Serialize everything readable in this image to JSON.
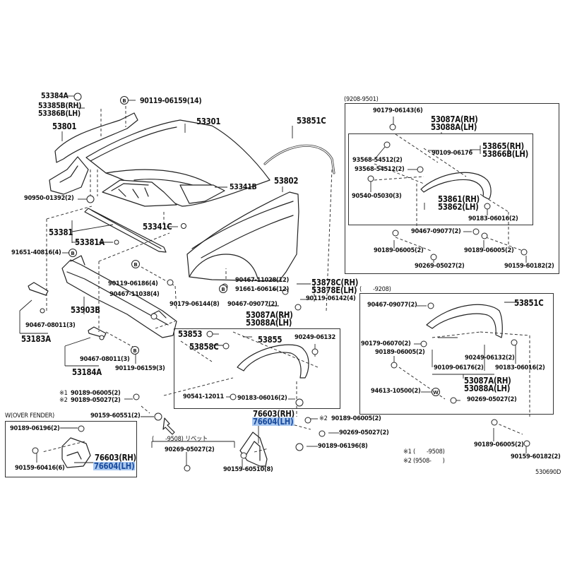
{
  "diagram": {
    "type": "parts-exploded-view",
    "diagram_code": "530690D",
    "highlight_color": "#a9c8f0",
    "main": {
      "parts": {
        "p53384A": "53384A",
        "p53385B": "53385B(RH)",
        "p53386B": "53386B(LH)",
        "p53801": "53801",
        "p90119_06159_14": "90119-06159(14)",
        "p53301": "53301",
        "p53851C_top": "53851C",
        "p90950": "90950-01392(2)",
        "p53341B": "53341B",
        "p53802": "53802",
        "p53381": "53381",
        "p53381A": "53381A",
        "p53341C": "53341C",
        "p91651": "91651-40816(4)",
        "p90119_06186": "90119-06186(4)",
        "p90467_11038": "90467-11038(4)",
        "p90467_11028": "90467-11028(12)",
        "p91661": "91661-60616(12)",
        "p53878C": "53878C(RH)",
        "p53878E": "53878E(LH)",
        "p90119_06142": "90119-06142(4)",
        "p53903B": "53903B",
        "p90179_06144": "90179-06144(8)",
        "p90467_09077_mid": "90467-09077(2)",
        "p53087A_mid": "53087A(RH)",
        "p53088A_mid": "53088A(LH)",
        "p90467_08011_a": "90467-08011(3)",
        "p53183A": "53183A",
        "p90467_08011_b": "90467-08011(3)",
        "p53184A": "53184A",
        "p90119_06159_3": "90119-06159(3)",
        "p53853": "53853",
        "p53855": "53855",
        "p53858C": "53858C",
        "p90249_06132_mid": "90249-06132",
        "p90541": "90541-12011",
        "p90183_06016_mid": "90183-06016(2)",
        "note1_part": "90189-06005(2)",
        "note2_part": "90189-05027(2)",
        "note1_mark": "※1",
        "note2_mark": "※2",
        "p90159_60551": "90159-60551(2)",
        "p76603_mid": "76603(RH)",
        "p76604_mid": "76604(LH)",
        "p90189_06005_note2": "90189-06005(2)",
        "p90269_05027_mid": "90269-05027(2)",
        "p90189_06196_8": "90189-06196(8)",
        "p90159_60510": "90159-60510(8)"
      }
    },
    "rivet_group": {
      "period": "(　　-9508) リベット",
      "part": "90269-05027(2)"
    },
    "over_fender_box": {
      "title": "W(OVER FENDER)",
      "parts": {
        "p90189_06196_2": "90189-06196(2)",
        "p90159_60416": "90159-60416(6)",
        "p76603": "76603(RH)",
        "p76604": "76604(LH)"
      }
    },
    "box_9208_9501": {
      "title": "(9208-9501)",
      "parts": {
        "p90179_06143": "90179-06143(6)",
        "p53087A": "53087A(RH)",
        "p53088A": "53088A(LH)",
        "p53865": "53865(RH)",
        "p53866B": "53866B(LH)",
        "p93568_a": "93568-54512(2)",
        "p90109_06176": "90109-06176",
        "p93568_b": "93568-54512(2)",
        "p90540": "90540-05030(3)",
        "p53861": "53861(RH)",
        "p53862": "53862(LH)",
        "p90183_06016": "90183-06016(2)",
        "p90467_09077": "90467-09077(2)",
        "p90189_06005_a": "90189-06005(2)",
        "p90189_06005_b": "90189-06005(2)",
        "p90269_05027": "90269-05027(2)",
        "p90159_60182": "90159-60182(2)"
      }
    },
    "box_9208": {
      "title": "(　　-9208)",
      "parts": {
        "p90467_09077": "90467-09077(2)",
        "p53851C": "53851C",
        "p90179_06070": "90179-06070(2)",
        "p90189_06005": "90189-06005(2)",
        "p90249_06132": "90249-06132(2)",
        "p90109_06176": "90109-06176(2)",
        "p90183_06016": "90183-06016(2)",
        "p53087A": "53087A(RH)",
        "p53088A": "53088A(LH)",
        "p94613": "94613-10500(2)",
        "p90269_05027": "90269-05027(2)"
      }
    },
    "lower_right": {
      "p90189_06005": "90189-06005(2)",
      "p90159_60182": "90159-60182(2)"
    },
    "legend": {
      "note1": "※1 (　　-9508)",
      "note2": "※2 (9508-　　)"
    }
  }
}
